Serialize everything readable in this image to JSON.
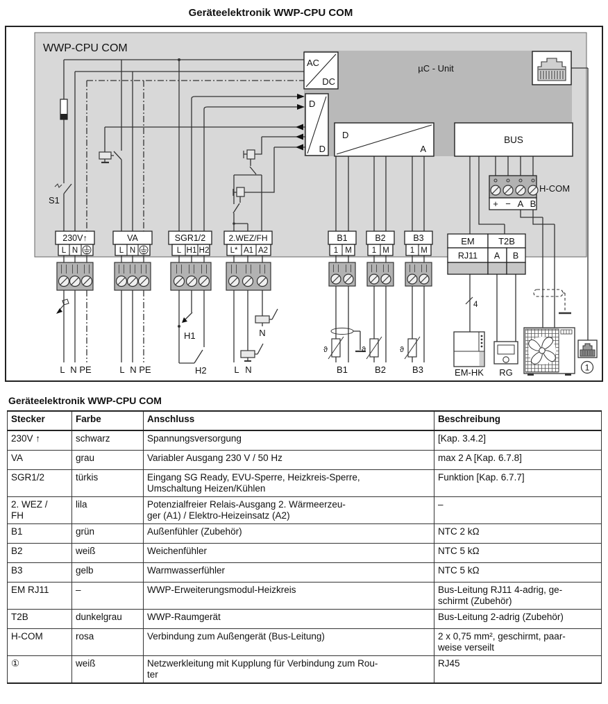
{
  "page_title": "Geräteelektronik WWP-CPU COM",
  "diagram": {
    "board_label": "WWP-CPU COM",
    "labels": {
      "uc": "µC - Unit",
      "bus": "BUS",
      "acdc": [
        "AC",
        "DC"
      ],
      "dd": [
        "D",
        "D"
      ],
      "da": [
        "D",
        "A"
      ],
      "s1": "S1",
      "h1": "H1",
      "h2": "H2",
      "n_upper": "N",
      "wez_bottom": [
        "L",
        "N"
      ],
      "mains": [
        "L",
        "N",
        "PE"
      ],
      "sensor_theta": "ϑ",
      "sensors": [
        "B1",
        "B2",
        "B3"
      ],
      "em_hk": "EM-HK",
      "rg": "RG",
      "plug_no": "1",
      "wire4": "4"
    },
    "hcom": {
      "label": "H-COM",
      "pins": [
        "+",
        "−",
        "A",
        "B"
      ]
    },
    "em_t2b": {
      "em": "EM",
      "t2b": "T2B",
      "pins": [
        "RJ11",
        "A",
        "B"
      ]
    },
    "connectors": [
      {
        "title": "230V↑",
        "pins": [
          "L",
          "N"
        ]
      },
      {
        "title": "VA",
        "pins": [
          "L",
          "N"
        ]
      },
      {
        "title": "SGR1/2",
        "pins": [
          "L",
          "H1",
          "H2"
        ]
      },
      {
        "title": "2.WEZ/FH",
        "pins": [
          "L*",
          "A1",
          "A2"
        ]
      },
      {
        "title": "B1",
        "pins": [
          "1",
          "M"
        ]
      },
      {
        "title": "B2",
        "pins": [
          "1",
          "M"
        ]
      },
      {
        "title": "B3",
        "pins": [
          "1",
          "M"
        ]
      }
    ],
    "colors": {
      "board": "#d8d8d8",
      "uc_unit": "#b9b9b9",
      "terminal": "#b2b2b2",
      "strip": "#c6c6c6"
    }
  },
  "table": {
    "heading": "Geräteelektronik WWP-CPU COM",
    "columns": [
      "Stecker",
      "Farbe",
      "Anschluss",
      "Beschreibung"
    ],
    "rows": [
      [
        "230V ↑",
        "schwarz",
        "Spannungsversorgung",
        "[Kap. 3.4.2]"
      ],
      [
        "VA",
        "grau",
        "Variabler Ausgang 230 V / 50 Hz",
        "max 2 A [Kap. 6.7.8]"
      ],
      [
        "SGR1/2",
        "türkis",
        "Eingang SG Ready, EVU-Sperre, Heizkreis-Sperre,\nUmschaltung Heizen/Kühlen",
        "Funktion [Kap. 6.7.7]"
      ],
      [
        "2. WEZ /\nFH",
        "lila",
        "Potenzialfreier Relais-Ausgang 2. Wärmeerzeu-\nger (A1) / Elektro-Heizeinsatz (A2)",
        "–"
      ],
      [
        "B1",
        "grün",
        "Außenfühler (Zubehör)",
        "NTC 2 kΩ"
      ],
      [
        "B2",
        "weiß",
        "Weichenfühler",
        "NTC 5 kΩ"
      ],
      [
        "B3",
        "gelb",
        "Warmwasserfühler",
        "NTC 5 kΩ"
      ],
      [
        "EM RJ11",
        "–",
        "WWP-Erweiterungsmodul-Heizkreis",
        "Bus-Leitung RJ11 4-adrig, ge-\nschirmt (Zubehör)"
      ],
      [
        "T2B",
        "dunkelgrau",
        "WWP-Raumgerät",
        "Bus-Leitung 2-adrig (Zubehör)"
      ],
      [
        "H-COM",
        "rosa",
        "Verbindung zum Außengerät (Bus-Leitung)",
        "2 x 0,75 mm², geschirmt, paar-\nweise verseilt"
      ],
      [
        "①",
        "weiß",
        "Netzwerkleitung mit Kupplung für Verbindung zum Rou-\nter",
        "RJ45"
      ]
    ]
  }
}
